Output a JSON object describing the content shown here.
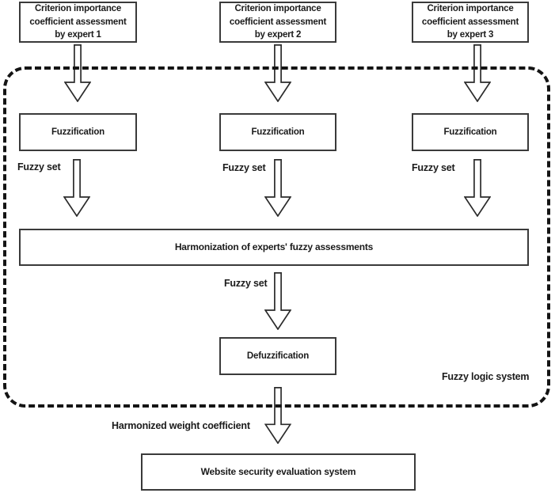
{
  "colors": {
    "background": "#ffffff",
    "box_border": "#3a3a3a",
    "text": "#1b1b1b",
    "boundary": "#141414",
    "arrow_outline": "#2b2b2b"
  },
  "diagram": {
    "expert_boxes": [
      {
        "label": "Criterion importance\ncoefficient assessment\nby expert 1"
      },
      {
        "label": "Criterion importance\ncoefficient assessment\nby expert 2"
      },
      {
        "label": "Criterion importance\ncoefficient assessment\nby expert 3"
      }
    ],
    "fuzzification_boxes": [
      {
        "label": "Fuzzification"
      },
      {
        "label": "Fuzzification"
      },
      {
        "label": "Fuzzification"
      }
    ],
    "fuzzy_set_labels": [
      {
        "label": "Fuzzy set"
      },
      {
        "label": "Fuzzy set"
      },
      {
        "label": "Fuzzy set"
      },
      {
        "label": "Fuzzy set"
      }
    ],
    "harmonization_box": {
      "label": "Harmonization of experts' fuzzy assessments"
    },
    "defuzzification_box": {
      "label": "Defuzzification"
    },
    "system_label": {
      "label": "Fuzzy logic system"
    },
    "output_label": {
      "label": "Harmonized weight coefficient"
    },
    "website_box": {
      "label": "Website security evaluation system"
    }
  }
}
